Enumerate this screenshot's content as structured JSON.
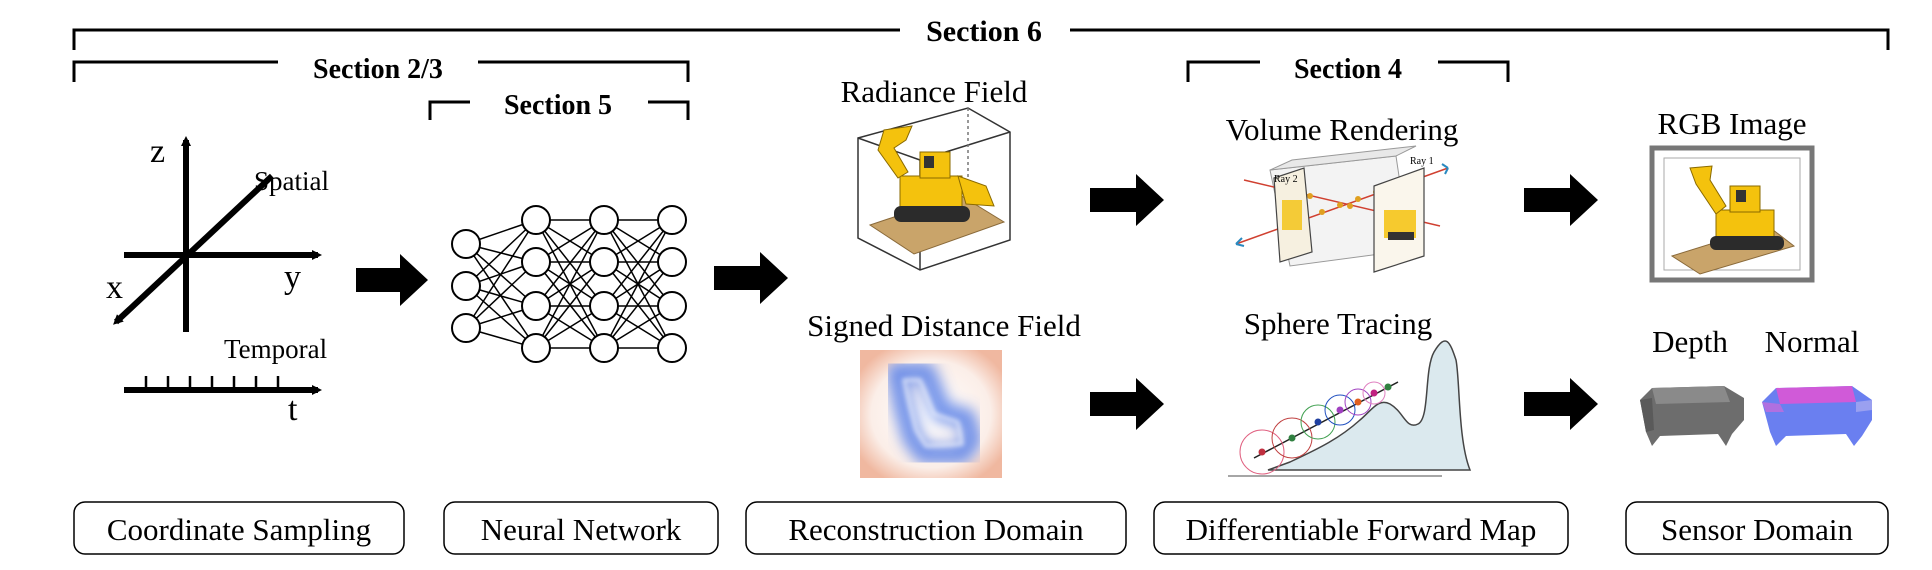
{
  "sections": {
    "s6": "Section 6",
    "s23": "Section 2/3",
    "s5": "Section 5",
    "s4": "Section 4"
  },
  "axes": {
    "z": "z",
    "y": "y",
    "x": "x",
    "t": "t",
    "spatial": "Spatial",
    "temporal": "Temporal"
  },
  "labels": {
    "radiance": "Radiance Field",
    "sdf": "Signed Distance Field",
    "volume": "Volume Rendering",
    "sphere": "Sphere Tracing",
    "rgb": "RGB Image",
    "depth": "Depth",
    "normal": "Normal",
    "ray1": "Ray 1",
    "ray2": "Ray 2"
  },
  "stages": {
    "coord": "Coordinate Sampling",
    "nn": "Neural Network",
    "recon": "Reconstruction Domain",
    "forward": "Differentiable Forward Map",
    "sensor": "Sensor Domain"
  },
  "colors": {
    "sdf_core": "#5b82e8",
    "sdf_edge": "#f0b8a0",
    "sphere_fill": "#dbe9ee",
    "depth_gray": "#707070",
    "normal_blue": "#6a7ff0",
    "normal_pink": "#d05ad8",
    "lego_yellow": "#f4c20d"
  }
}
